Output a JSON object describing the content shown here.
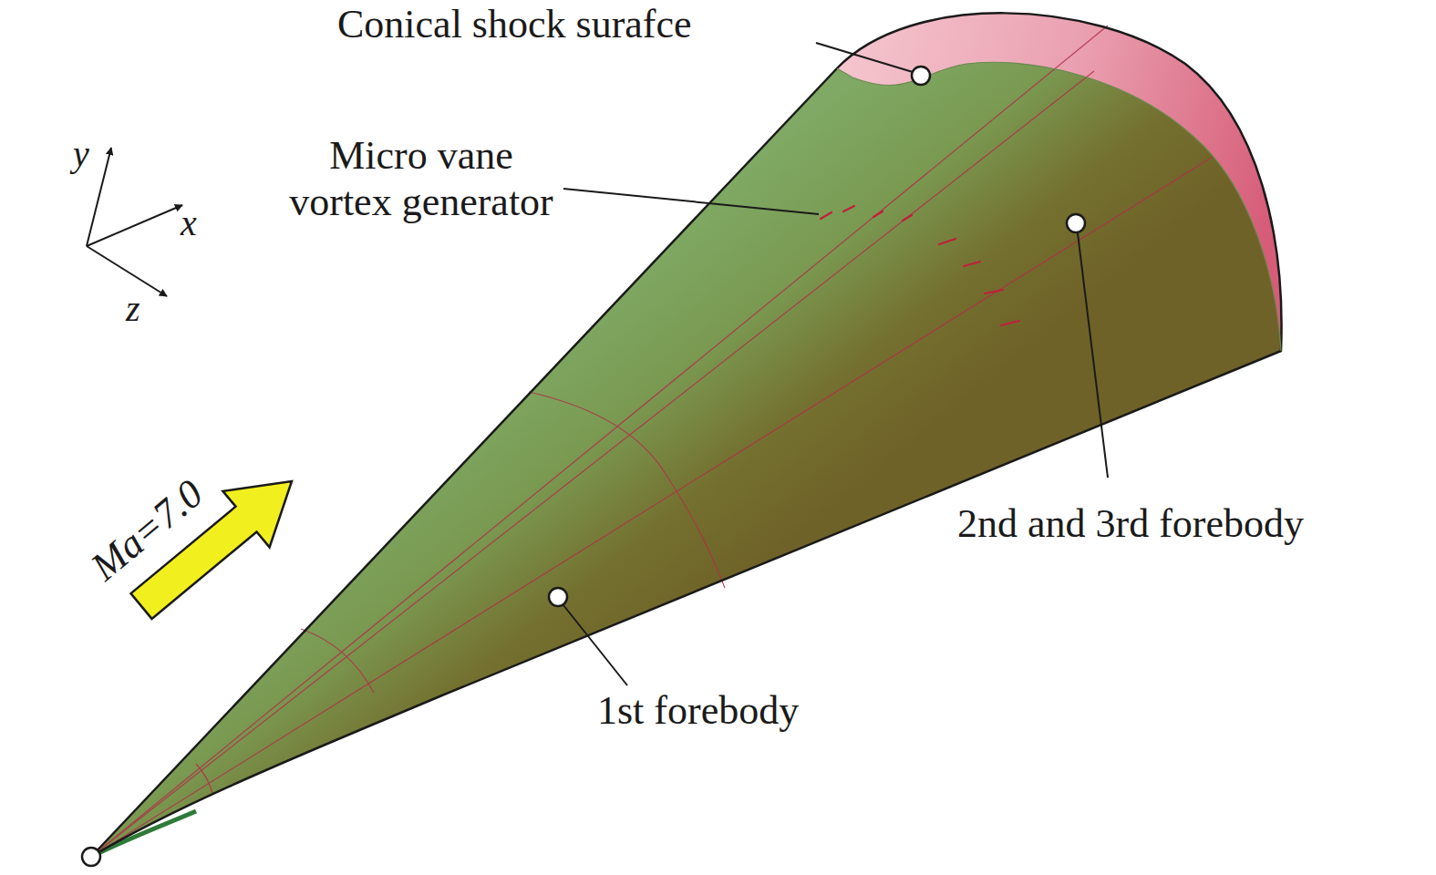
{
  "diagram": {
    "labels": [
      "Conical shock surafce",
      "Micro vane vortex generator",
      "y",
      "x",
      "z",
      "Ma=7.0",
      "2nd and 3rd forebody",
      "1st forebody"
    ]
  }
}
